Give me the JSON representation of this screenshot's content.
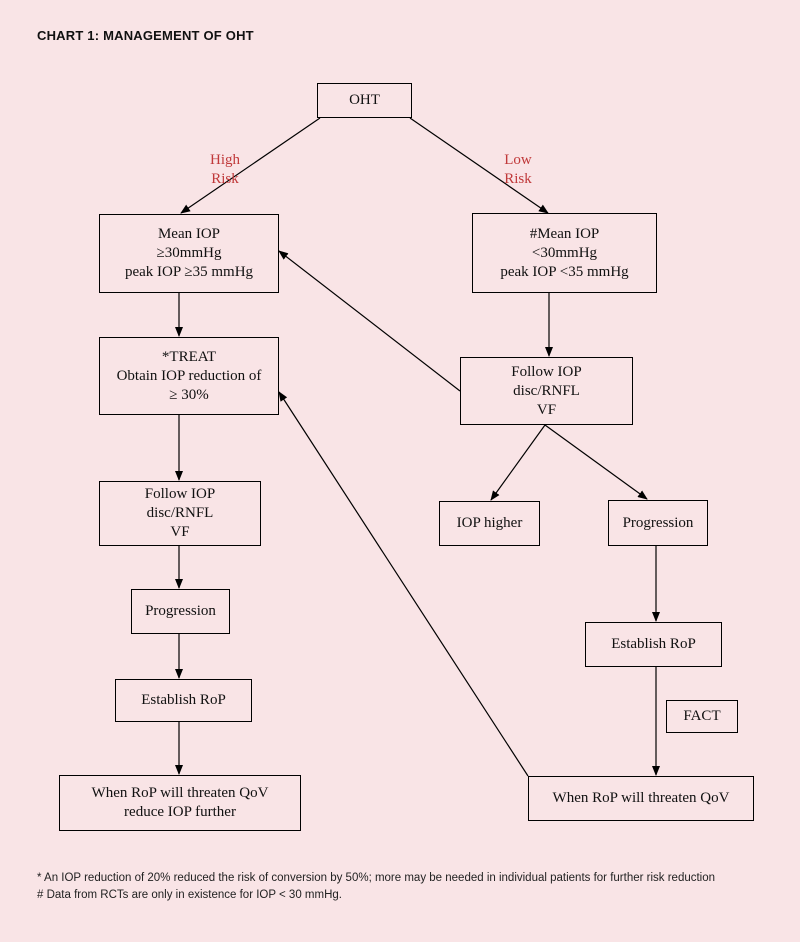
{
  "title": "CHART 1: MANAGEMENT OF OHT",
  "labels": {
    "high_risk": [
      "High",
      "Risk"
    ],
    "low_risk": [
      "Low",
      "Risk"
    ]
  },
  "nodes": {
    "oht": [
      "OHT"
    ],
    "high_criteria": [
      "Mean IOP",
      "≥30mmHg",
      "peak IOP ≥35 mmHg"
    ],
    "low_criteria": [
      "#Mean IOP",
      "<30mmHg",
      "peak IOP <35 mmHg"
    ],
    "treat": [
      "*TREAT",
      "Obtain IOP reduction of",
      "≥ 30%"
    ],
    "follow_left": [
      "Follow IOP",
      "disc/RNFL",
      "VF"
    ],
    "follow_right": [
      "Follow IOP",
      "disc/RNFL",
      "VF"
    ],
    "iop_higher": [
      "IOP higher"
    ],
    "progression_left": [
      "Progression"
    ],
    "progression_right": [
      "Progression"
    ],
    "establish_left": [
      "Establish RoP"
    ],
    "establish_right": [
      "Establish RoP"
    ],
    "fact": [
      "FACT"
    ],
    "qov_left": [
      "When RoP  will threaten QoV",
      "reduce IOP further"
    ],
    "qov_right": [
      "When RoP  will threaten QoV"
    ]
  },
  "footnotes": [
    "* An IOP reduction of 20% reduced the risk of conversion by 50%; more may be needed in individual patients for further risk reduction",
    "# Data from RCTs are only in existence for IOP < 30 mmHg."
  ]
}
